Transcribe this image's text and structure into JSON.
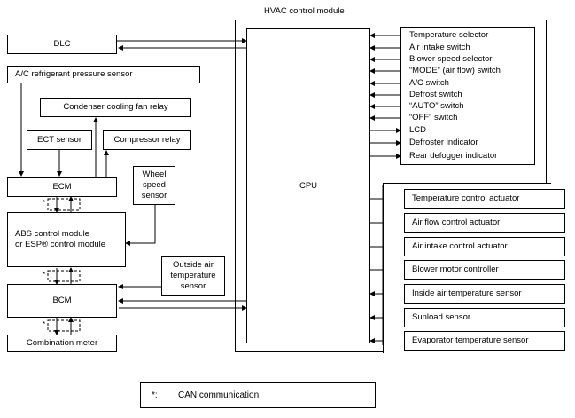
{
  "hvac": {
    "title": "HVAC control module",
    "cpu": "CPU",
    "inputs": [
      "Temperature selector",
      "Air intake switch",
      "Blower speed selector",
      "“MODE” (air flow) switch",
      "A/C switch",
      "Defrost switch",
      "“AUTO” switch",
      "“OFF” switch",
      "LCD",
      "Defroster indicator",
      "Rear defogger indicator"
    ],
    "outputs": [
      "Temperature control actuator",
      "Air flow control actuator",
      "Air intake control actuator",
      "Blower motor controller",
      "Inside air temperature sensor",
      "Sunload sensor",
      "Evaporator temperature sensor"
    ]
  },
  "left": {
    "dlc": "DLC",
    "ac_sensor": "A/C refrigerant pressure sensor",
    "fan_relay": "Condenser cooling fan relay",
    "ect": "ECT sensor",
    "comp_relay": "Compressor relay",
    "wheel": "Wheel\nspeed\nsensor",
    "ecm": "ECM",
    "abs": "ABS control module\nor ESP® control module",
    "outside": "Outside air\ntemperature\nsensor",
    "bcm": "BCM",
    "meter": "Combination meter",
    "can_mark": "*"
  },
  "legend": {
    "symbol": "*:",
    "text": "CAN communication"
  }
}
